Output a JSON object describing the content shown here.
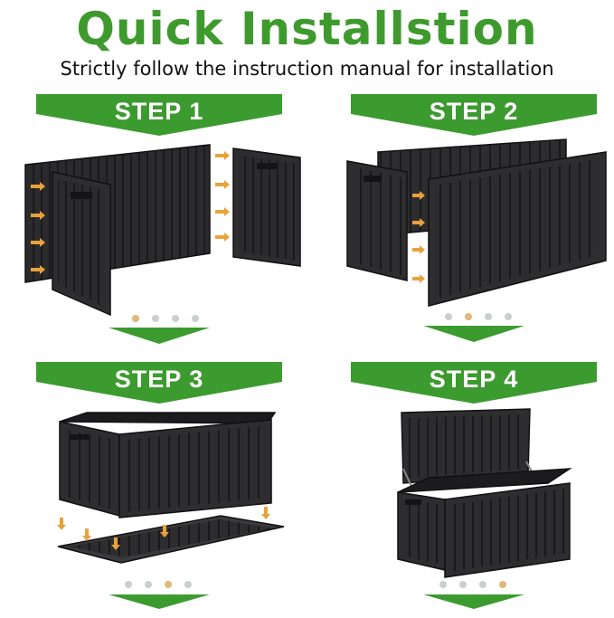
{
  "header": {
    "title": "Quick Installstion",
    "subtitle": "Strictly follow the instruction manual for installation"
  },
  "steps": [
    {
      "label": "STEP 1",
      "active_dot": 0
    },
    {
      "label": "STEP 2",
      "active_dot": 1
    },
    {
      "label": "STEP 3",
      "active_dot": 2
    },
    {
      "label": "STEP 4",
      "active_dot": 3
    }
  ],
  "colors": {
    "accent_green": "#3f9a2e",
    "banner_green": "#3c9b2f",
    "box_dark": "#2b2b2d",
    "arrow_orange": "#e9a23b",
    "dot_grey": "#c9cfd1",
    "dot_active": "#e0b878"
  }
}
